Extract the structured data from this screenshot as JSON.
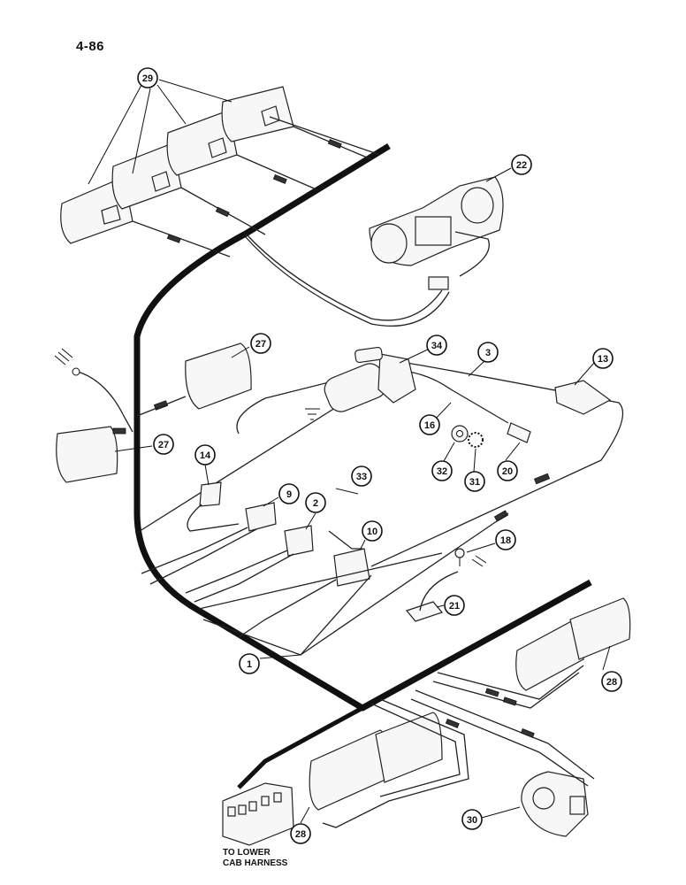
{
  "page": {
    "number": "4-86"
  },
  "note": {
    "line1": "TO LOWER",
    "line2": "CAB HARNESS"
  },
  "callouts": {
    "c1": "1",
    "c2": "2",
    "c3": "3",
    "c9": "9",
    "c10": "10",
    "c13": "13",
    "c14": "14",
    "c16": "16",
    "c18": "18",
    "c20": "20",
    "c21": "21",
    "c22": "22",
    "c27a": "27",
    "c27b": "27",
    "c28a": "28",
    "c28b": "28",
    "c29": "29",
    "c30": "30",
    "c31": "31",
    "c32": "32",
    "c33": "33",
    "c34": "34"
  },
  "colors": {
    "line": "#111111",
    "paper": "#ffffff",
    "fill": "#f7f7f7"
  }
}
